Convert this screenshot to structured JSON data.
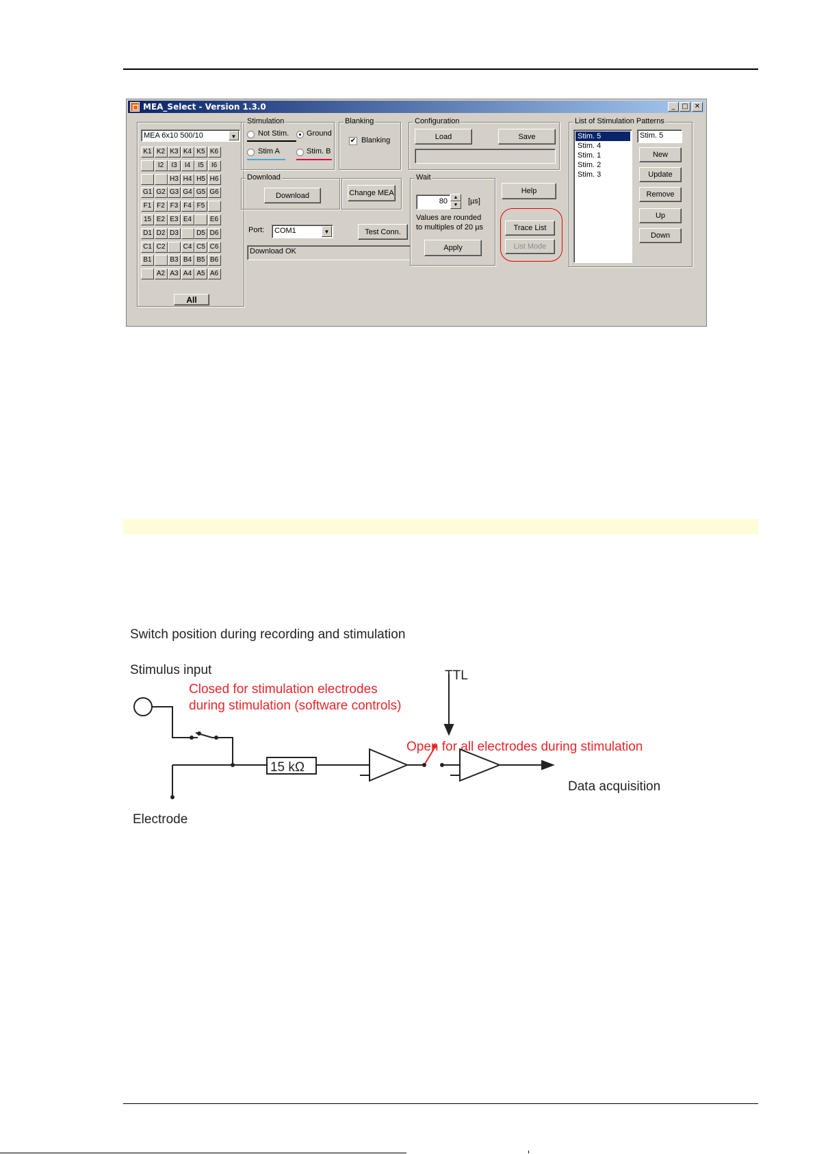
{
  "window": {
    "title": "MEA_Select  -  Version 1.3.0",
    "caption_buttons": [
      "_",
      "□",
      "✕"
    ]
  },
  "mea_type": "MEA 6x10 500/10",
  "electrodes": [
    [
      "K1",
      "K2",
      "K3",
      "K4",
      "K5",
      "K6"
    ],
    [
      "",
      "I2",
      "I3",
      "I4",
      "I5",
      "I6"
    ],
    [
      "",
      "",
      "H3",
      "H4",
      "H5",
      "H6"
    ],
    [
      "G1",
      "G2",
      "G3",
      "G4",
      "G5",
      "G6"
    ],
    [
      "F1",
      "F2",
      "F3",
      "F4",
      "F5",
      ""
    ],
    [
      "15",
      "E2",
      "E3",
      "E4",
      "",
      "E6"
    ],
    [
      "D1",
      "D2",
      "D3",
      "",
      "D5",
      "D6"
    ],
    [
      "C1",
      "C2",
      "",
      "C4",
      "C5",
      "C6"
    ],
    [
      "B1",
      "",
      "B3",
      "B4",
      "B5",
      "B6"
    ],
    [
      "",
      "A2",
      "A3",
      "A4",
      "A5",
      "A6"
    ]
  ],
  "all_button": "All",
  "stimulation": {
    "legend": "Stimulation",
    "not_stim": "Not Stim.",
    "ground": "Ground",
    "stim_a": "Stim A",
    "stim_b": "Stim. B",
    "selected": "ground",
    "underline_colors": {
      "not_stim": "#000000",
      "stim_a": "#4aa8e0",
      "stim_b": "#e0004a"
    }
  },
  "blanking": {
    "legend": "Blanking",
    "label": "Blanking",
    "checked": true
  },
  "configuration": {
    "legend": "Configuration",
    "load": "Load",
    "save": "Save",
    "path": ""
  },
  "download": {
    "legend": "Download",
    "button": "Download"
  },
  "change_mea": "Change MEA",
  "port": {
    "label": "Port:",
    "value": "COM1"
  },
  "test_conn": "Test Conn.",
  "status": "Download OK",
  "wait": {
    "legend": "Wait",
    "value": "80",
    "unit": "[µs]",
    "note_line1": "Values are rounded",
    "note_line2": "to multiples of 20 µs",
    "apply": "Apply"
  },
  "help": "Help",
  "trace_list": "Trace List",
  "list_mode": "List Mode",
  "patterns": {
    "legend": "List of Stimulation Patterns",
    "items": [
      "Stim. 5",
      "Stim. 4",
      "Stim. 1",
      "Stim. 2",
      "Stim. 3"
    ],
    "selected_index": 0,
    "name_field": "Stim. 5",
    "new": "New",
    "update": "Update",
    "remove": "Remove",
    "up": "Up",
    "down": "Down"
  },
  "highlight_color": "#e00000",
  "diagram": {
    "title": "Switch position during recording and stimulation",
    "stimulus_input": "Stimulus input",
    "closed_note_line1": "Closed for stimulation electrodes",
    "closed_note_line2": "during stimulation (software controls)",
    "ttl": "TTL",
    "open_note": "Open for all electrodes during stimulation",
    "resistor": "15 kΩ",
    "data_acquisition": "Data acquisition",
    "electrode": "Electrode",
    "note_color": "#e8262a"
  }
}
